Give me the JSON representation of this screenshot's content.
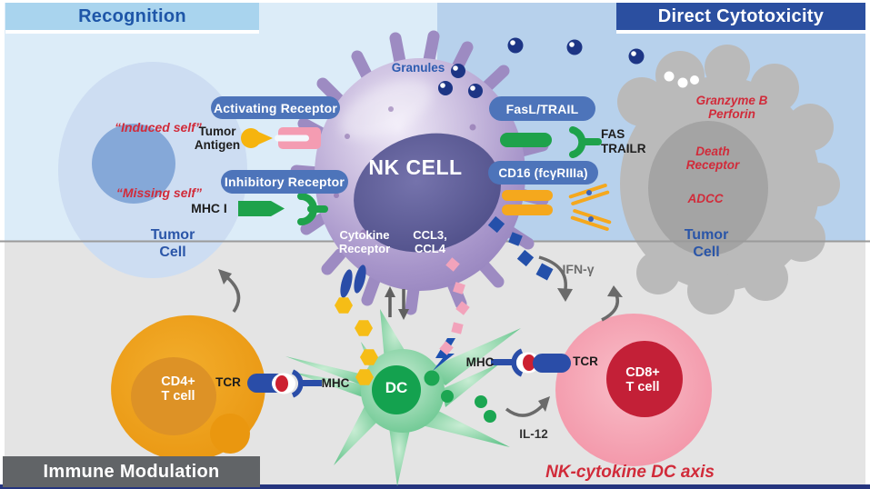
{
  "title": "NK cell functions diagram",
  "headers": {
    "recognition": "Recognition",
    "direct_cytotoxicity": "Direct Cytotoxicity",
    "immune_modulation": "Immune Modulation"
  },
  "footer": {
    "axis_label": "NK-cytokine DC axis"
  },
  "nk_cell": {
    "name": "NK CELL",
    "granules_label": "Granules",
    "cytokine_receptor_line1": "Cytokine",
    "cytokine_receptor_line2": "Receptor",
    "ccl_line1": "CCL3,",
    "ccl_line2": "CCL4"
  },
  "recognition_panel": {
    "activating_receptor": "Activating Receptor",
    "inhibitory_receptor": "Inhibitory Receptor",
    "tumor_antigen_line1": "Tumor",
    "tumor_antigen_line2": "Antigen",
    "mhc_i": "MHC I",
    "induced_self": "“Induced self”",
    "missing_self": "“Missing self”",
    "tumor_cell_line1": "Tumor",
    "tumor_cell_line2": "Cell"
  },
  "cytotoxicity_panel": {
    "fasl_trail": "FasL/TRAIL",
    "cd16": "CD16 (fcγRIIIa)",
    "fas": "FAS",
    "trailr": "TRAILR",
    "granzyme": "Granzyme B",
    "perforin": "Perforin",
    "death_line1": "Death",
    "death_line2": "Receptor",
    "adcc": "ADCC",
    "tumor_cell_line1": "Tumor",
    "tumor_cell_line2": "Cell"
  },
  "modulation_panel": {
    "cd4_line1": "CD4+",
    "cd4_line2": "T cell",
    "cd8_line1": "CD8+",
    "cd8_line2": "T cell",
    "dc": "DC",
    "tcr_left": "TCR",
    "mhc_left": "MHC",
    "mhc_right": "MHC",
    "tcr_right": "TCR",
    "il12": "IL-12",
    "ifn_gamma": "IFN-γ"
  },
  "colors": {
    "recognition_band": "#a9d4ee",
    "cytotoxicity_band": "#2b4fa0",
    "modulation_band": "#616467",
    "panel_light_blue": "#dcecf8",
    "panel_medium_blue": "#b7d1ec",
    "panel_gray": "#e4e4e4",
    "pill_blue": "#4d74ba",
    "nk_purple": "#a795ca",
    "dc_green": "#5fc288",
    "cd4_orange": "#eda01a",
    "cd8_pink": "#f28ba1",
    "tumor_gray": "#bababa",
    "tumor_blue": "#cdddf2",
    "red_label": "#d12b3a",
    "green_ligand": "#1ea24b",
    "orange_ligand": "#f5a81d",
    "navy_granule": "#1d3585",
    "yellow_cytokine": "#f6bd16",
    "bottom_strip": "#25357e"
  }
}
